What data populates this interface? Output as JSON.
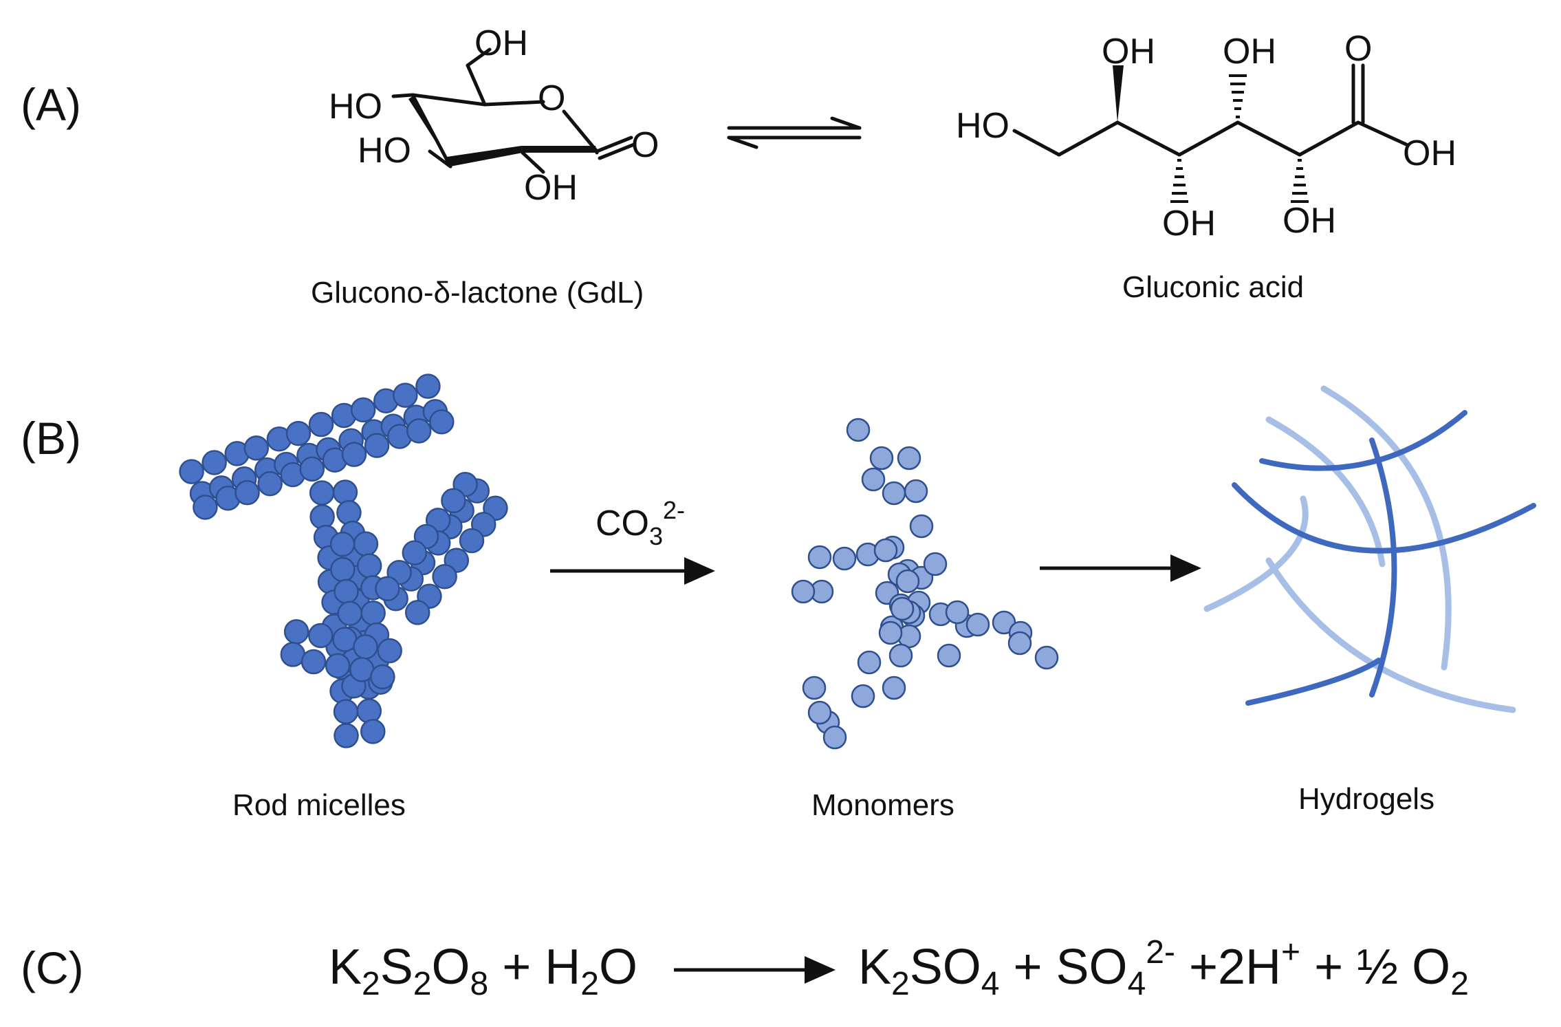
{
  "panels": {
    "a": {
      "label": "(A)"
    },
    "b": {
      "label": "(B)"
    },
    "c": {
      "label": "(C)"
    }
  },
  "panel_a": {
    "gdl_caption": "Glucono-δ-lactone (GdL)",
    "gluconic_caption": "Gluconic acid",
    "atoms": {
      "oh": "OH",
      "ho": "HO",
      "o": "O"
    }
  },
  "panel_b": {
    "rod_caption": "Rod micelles",
    "monomer_caption": "Monomers",
    "hydrogel_caption": "Hydrogels",
    "arrow_reagent": {
      "base": "CO",
      "sub": "3",
      "sup": "2-"
    }
  },
  "panel_c": {
    "reactants": {
      "k": "K",
      "k_sub": "2",
      "s": "S",
      "s_sub": "2",
      "o": "O",
      "o_sub": "8",
      "plus_h": " + H",
      "h_sub": "2",
      "water_o": "O"
    },
    "products": {
      "k": "K",
      "k_sub": "2",
      "so": "SO",
      "so_sub": "4",
      "plus_so": " + SO",
      "so2_sub": "4",
      "so2_sup": "2-",
      "plus_h": "  +2H",
      "h_sup": "+",
      "plus_half": "  + ½ O",
      "o2_sub": "2"
    }
  },
  "colors": {
    "bead": "#4a72c4",
    "bead_light": "#8fa8dc",
    "fiber_dark": "#3f68bf",
    "fiber_light": "#a7bfe6",
    "ink": "#111111"
  }
}
